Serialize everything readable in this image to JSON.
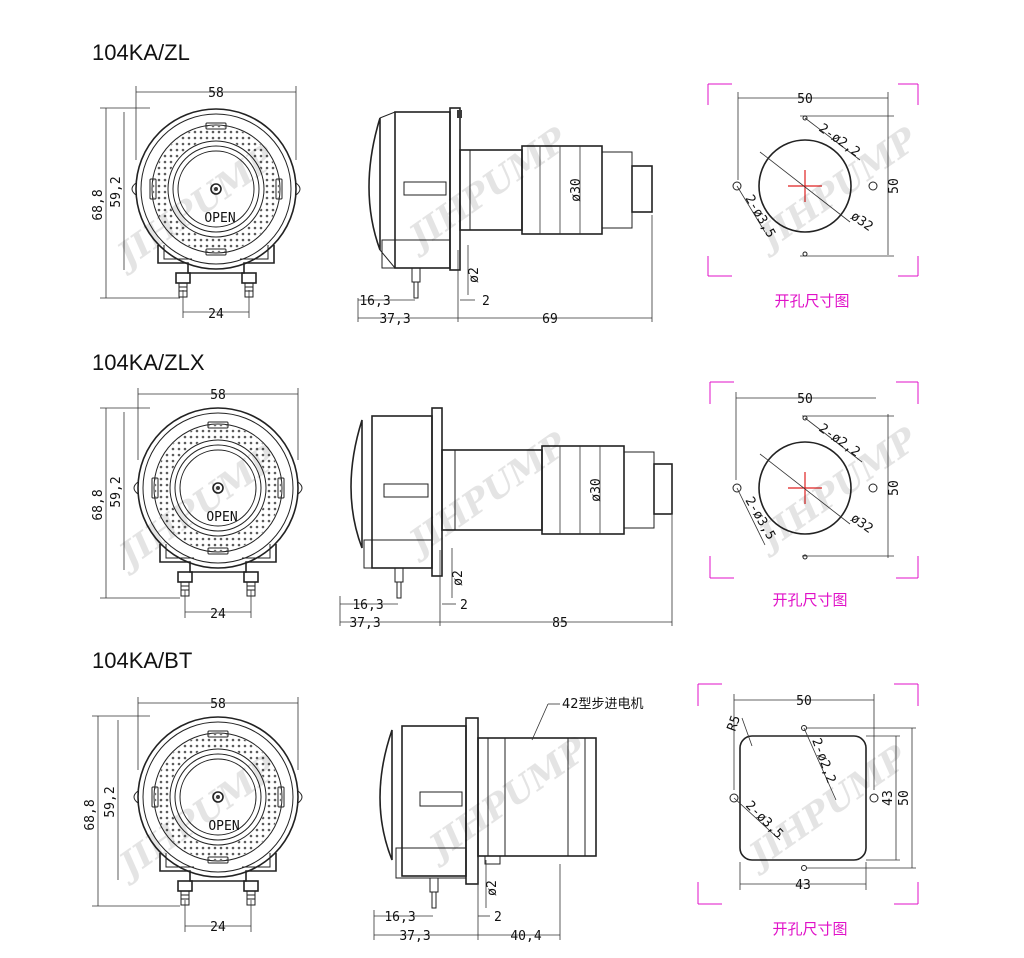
{
  "sections": [
    {
      "model": "104KA/ZL",
      "front": {
        "width": "58",
        "h_outer": "68,8",
        "h_inner": "59,2",
        "port_pitch": "24",
        "open_label": "OPEN"
      },
      "side": {
        "motor_dia": "ø30",
        "tube_dia": "ø2",
        "d1": "16,3",
        "d2": "2",
        "d3": "37,3",
        "motor_len": "69"
      },
      "cutout": {
        "pitch": "50",
        "pitch_v": "50",
        "holes_small": "2-ø2,2",
        "holes_large": "2-ø3,5",
        "center_dia": "ø32",
        "caption": "开孔尺寸图"
      }
    },
    {
      "model": "104KA/ZLX",
      "front": {
        "width": "58",
        "h_outer": "68,8",
        "h_inner": "59,2",
        "port_pitch": "24",
        "open_label": "OPEN"
      },
      "side": {
        "motor_dia": "ø30",
        "tube_dia": "ø2",
        "d1": "16,3",
        "d2": "2",
        "d3": "37,3",
        "motor_len": "85"
      },
      "cutout": {
        "pitch": "50",
        "pitch_v": "50",
        "holes_small": "2-ø2,2",
        "holes_large": "2-ø3,5",
        "center_dia": "ø32",
        "caption": "开孔尺寸图"
      }
    },
    {
      "model": "104KA/BT",
      "front": {
        "width": "58",
        "h_outer": "68,8",
        "h_inner": "59,2",
        "port_pitch": "24",
        "open_label": "OPEN"
      },
      "side": {
        "motor_label": "42型步进电机",
        "tube_dia": "ø2",
        "d1": "16,3",
        "d2": "2",
        "d3": "37,3",
        "motor_len": "40,4"
      },
      "cutout": {
        "pitch": "50",
        "pitch_v": "50",
        "inner_w": "43",
        "inner_h": "43",
        "radius": "R5",
        "holes_small": "2-ø2,2",
        "holes_large": "2-ø3,5",
        "caption": "开孔尺寸图"
      }
    }
  ],
  "watermark": "JIHPUMP",
  "colors": {
    "ink": "#222222",
    "magenta": "#e011c8",
    "red": "#e02020"
  }
}
